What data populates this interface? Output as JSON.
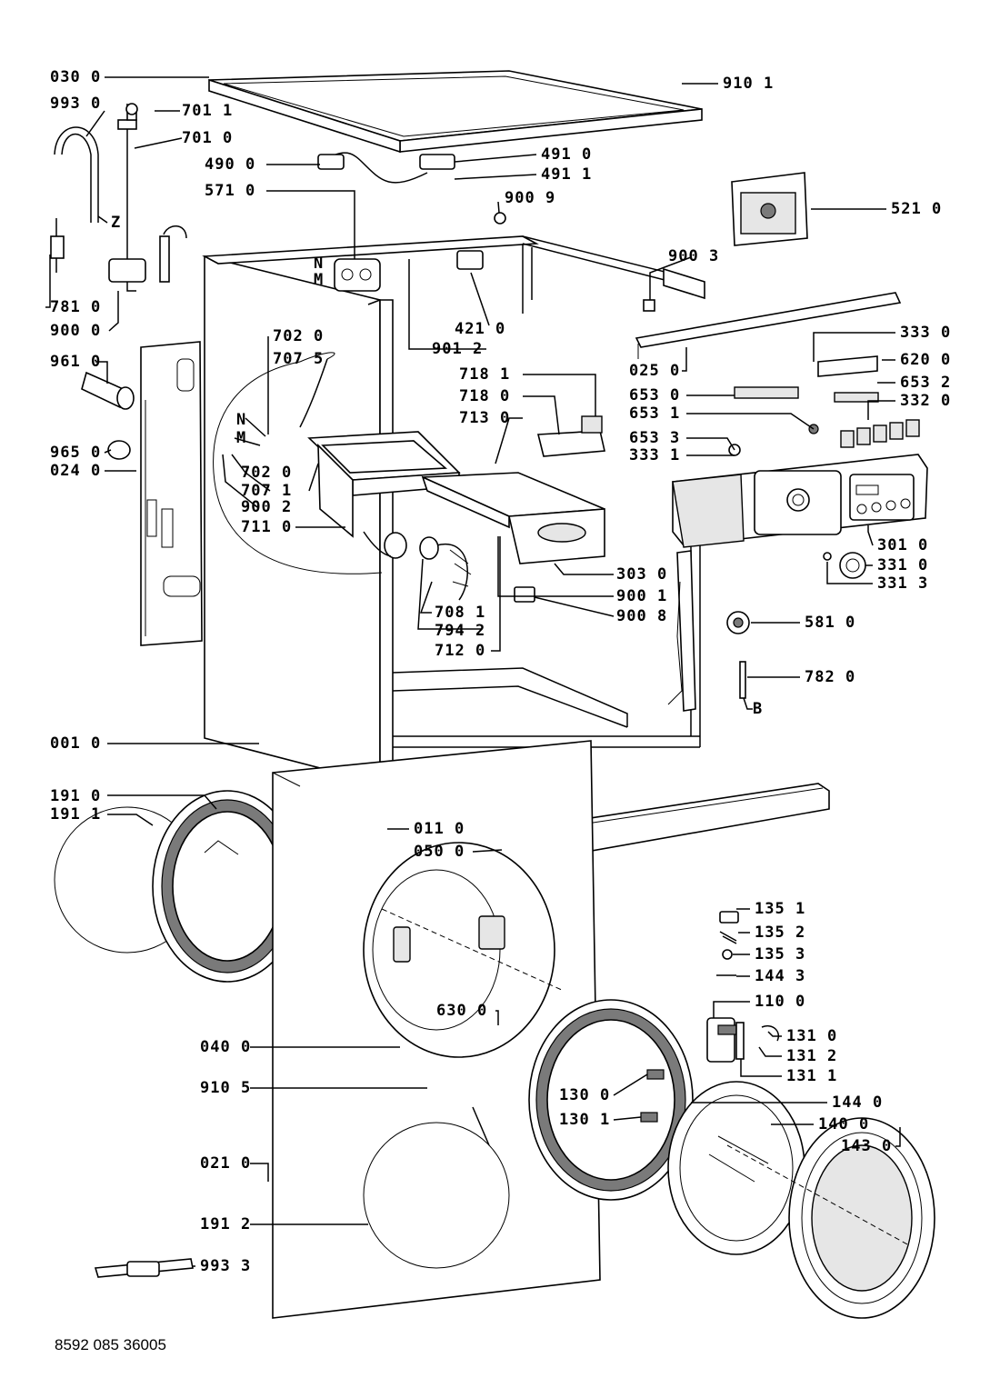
{
  "document": {
    "code": "8592 085 36005"
  },
  "labels": {
    "l0300": "030 0",
    "l9930": "993 0",
    "l7011": "701 1",
    "l7010": "701 0",
    "l4900": "490 0",
    "l5710": "571 0",
    "l7810": "781 0",
    "l9000": "900 0",
    "l9101": "910 1",
    "l4910": "491 0",
    "l4911": "491 1",
    "l9009": "900 9",
    "l5210": "521 0",
    "l9003": "900 3",
    "l4210": "421 0",
    "l9012": "901 2",
    "l0250": "025 0",
    "l3330": "333 0",
    "l6200": "620 0",
    "l6532": "653 2",
    "l3320": "332 0",
    "l6530": "653 0",
    "l6531": "653 1",
    "l6533": "653 3",
    "l3331": "333 1",
    "l7181": "718 1",
    "l7180": "718 0",
    "l7130": "713 0",
    "l7020a": "702 0",
    "l7075": "707 5",
    "l9610": "961 0",
    "l9650": "965 0",
    "l0240": "024 0",
    "l7020b": "702 0",
    "l7071": "707 1",
    "l9002": "900 2",
    "l7110": "711 0",
    "l3030": "303 0",
    "l9001": "900 1",
    "l9008": "900 8",
    "l7081": "708 1",
    "l7942": "794 2",
    "l7120": "712 0",
    "l3010": "301 0",
    "l3310": "331 0",
    "l3313": "331 3",
    "l5810": "581 0",
    "l7820": "782 0",
    "l0010": "001 0",
    "l1910": "191 0",
    "l1911": "191 1",
    "l0110": "011 0",
    "l0500": "050 0",
    "l1351": "135 1",
    "l1352": "135 2",
    "l1353": "135 3",
    "l1443": "144 3",
    "l1100": "110 0",
    "l6300": "630 0",
    "l0400": "040 0",
    "l1310": "131 0",
    "l1312": "131 2",
    "l1311": "131 1",
    "l9105": "910 5",
    "l1300": "130 0",
    "l1440": "144 0",
    "l1301": "130 1",
    "l1400": "140 0",
    "l1430": "143 0",
    "l0210": "021 0",
    "l1912": "191 2",
    "l9933": "993 3",
    "m_z": "Z",
    "m_n1": "N",
    "m_m1": "M",
    "m_n2": "N",
    "m_m2": "M",
    "m_b": "B"
  }
}
